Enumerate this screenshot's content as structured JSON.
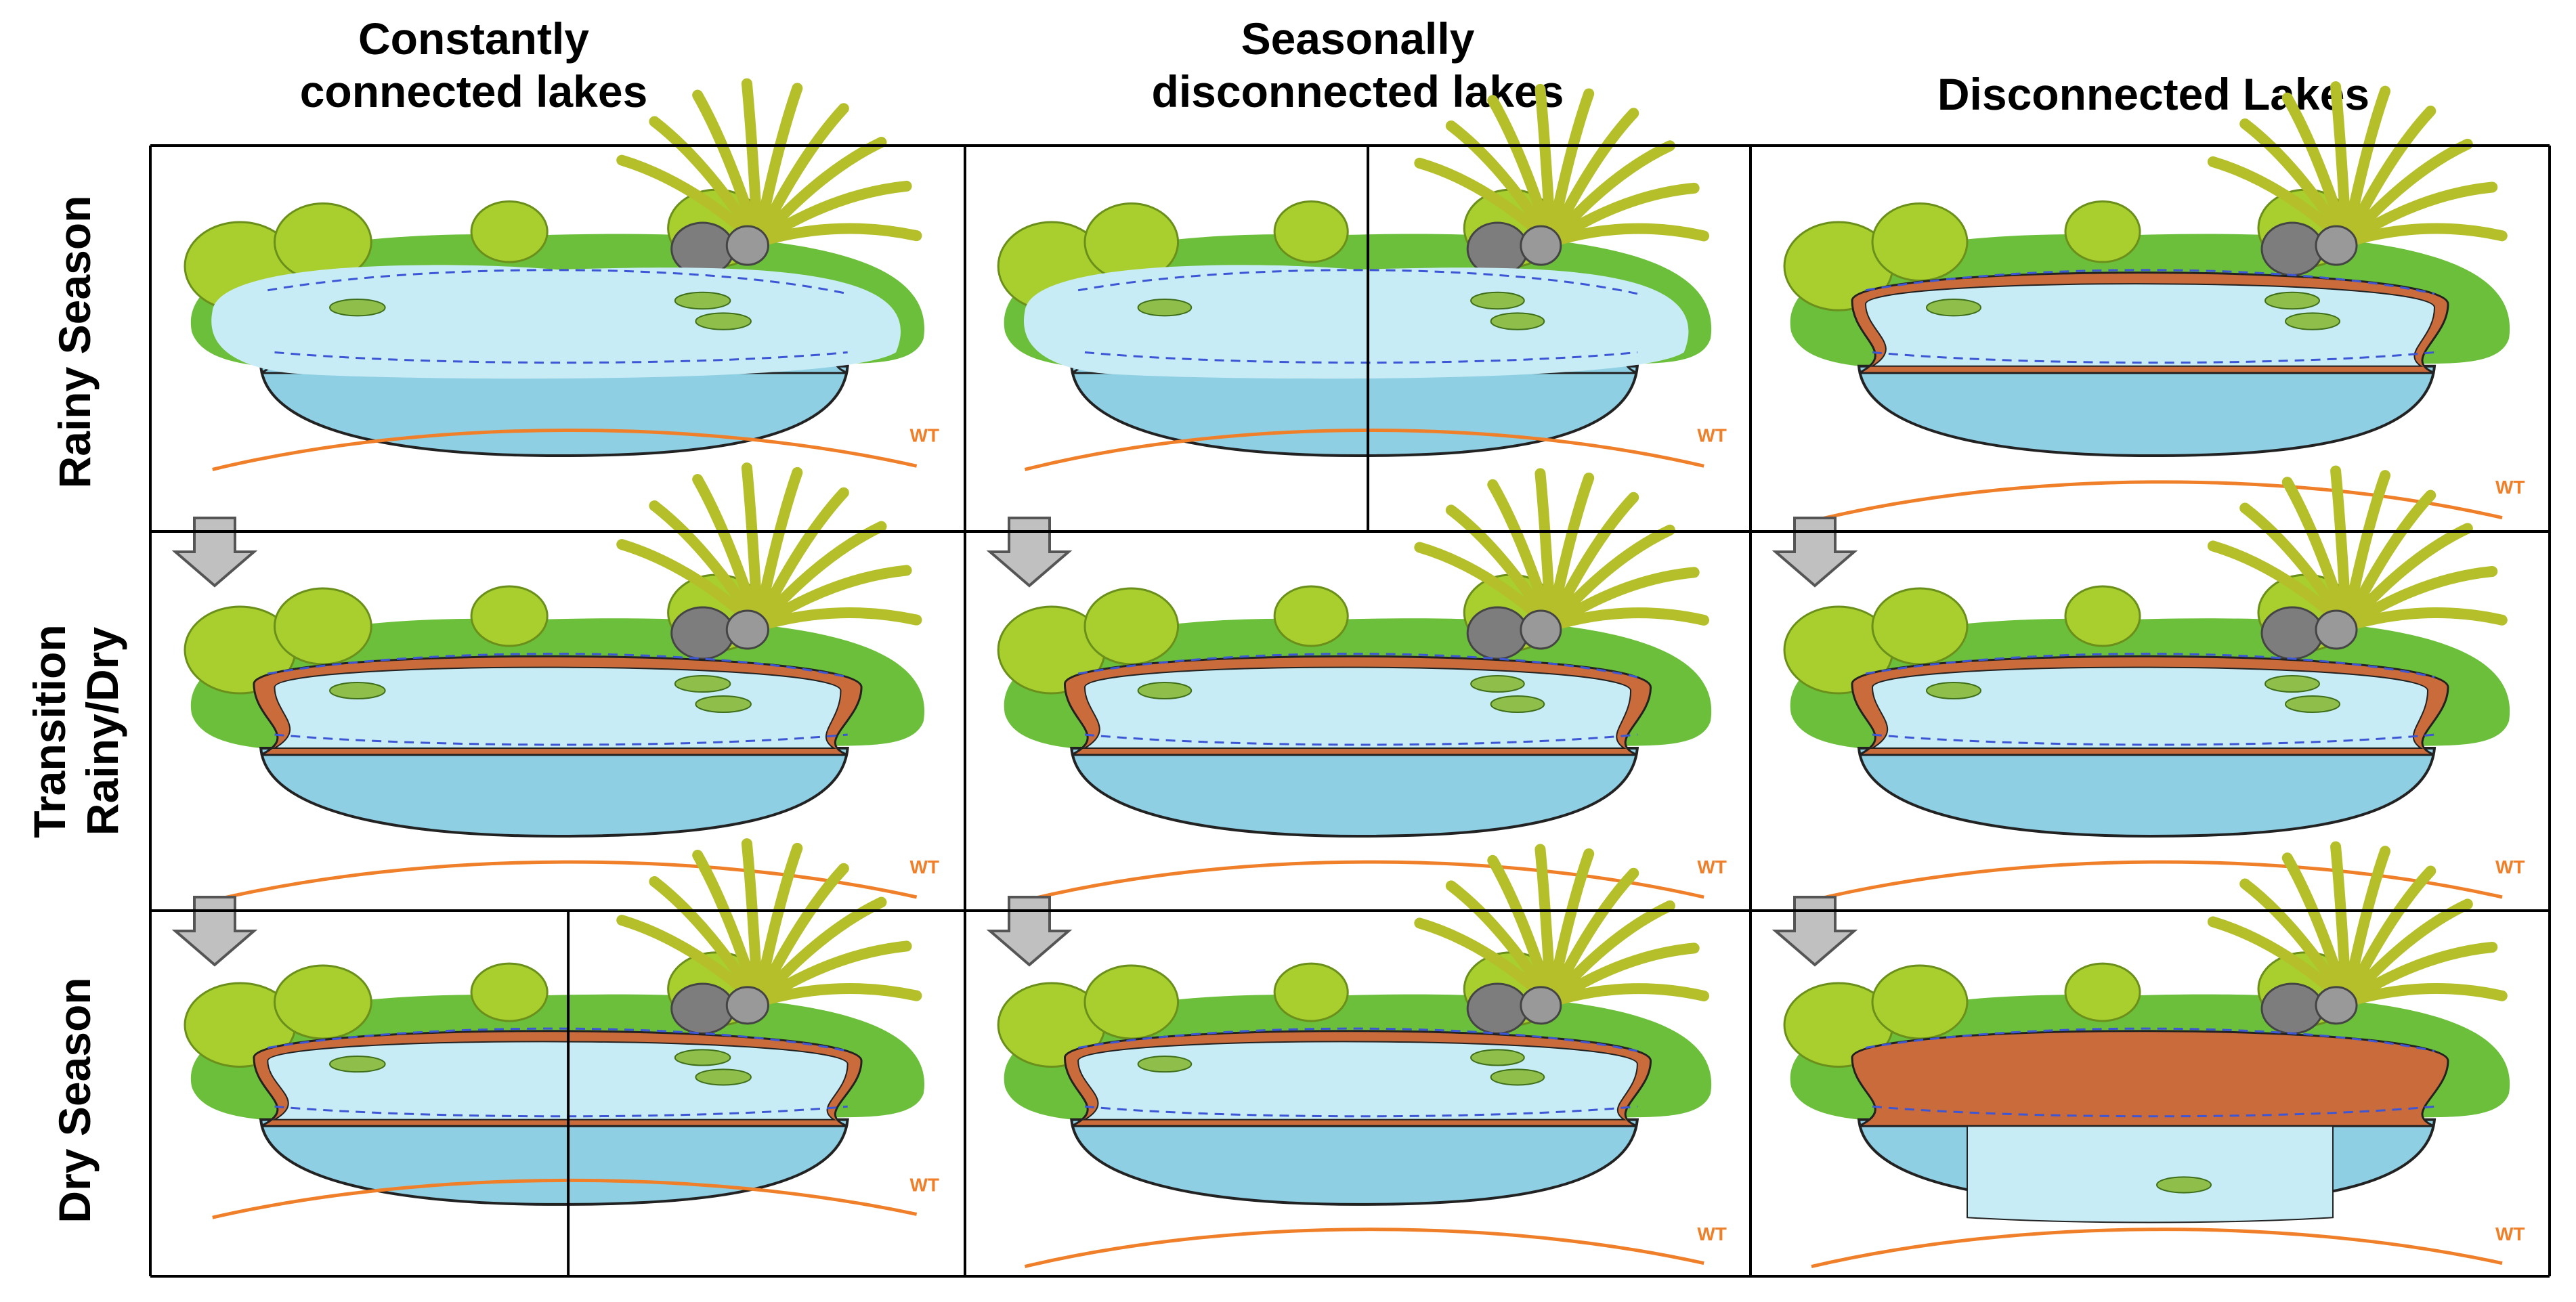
{
  "columns": [
    {
      "title": "Constantly\nconnected lakes"
    },
    {
      "title": "Seasonally\ndisconnected lakes"
    },
    {
      "title": "Disconnected Lakes"
    }
  ],
  "rows": [
    {
      "title": "Rainy Season"
    },
    {
      "title": "Transition\nRainy/Dry"
    },
    {
      "title": "Dry Season"
    }
  ],
  "water_table_label": "WT",
  "colors": {
    "water": "#8ecfe3",
    "water_light": "#c8ecf6",
    "grass": "#6cbf3a",
    "bush": "#a8cf2e",
    "fern": "#b4bf2a",
    "rock": "#7d7d7d",
    "bank": "#c96b3a",
    "water_table": "#f07f2a",
    "level_line": "#3d56d6",
    "arrow": "#c0c0c0"
  },
  "panels": [
    {
      "row": 0,
      "col": 0,
      "state": "rainy",
      "split_line": false
    },
    {
      "row": 0,
      "col": 1,
      "state": "rainy",
      "split_line": true
    },
    {
      "row": 0,
      "col": 2,
      "state": "disconnected-rainy",
      "split_line": false
    },
    {
      "row": 1,
      "col": 0,
      "state": "transition",
      "split_line": false
    },
    {
      "row": 1,
      "col": 1,
      "state": "transition",
      "split_line": false
    },
    {
      "row": 1,
      "col": 2,
      "state": "transition",
      "split_line": false
    },
    {
      "row": 2,
      "col": 0,
      "state": "dry-connected",
      "split_line": true
    },
    {
      "row": 2,
      "col": 1,
      "state": "dry-seasonal",
      "split_line": false
    },
    {
      "row": 2,
      "col": 2,
      "state": "dry-disconnected",
      "split_line": false
    }
  ]
}
